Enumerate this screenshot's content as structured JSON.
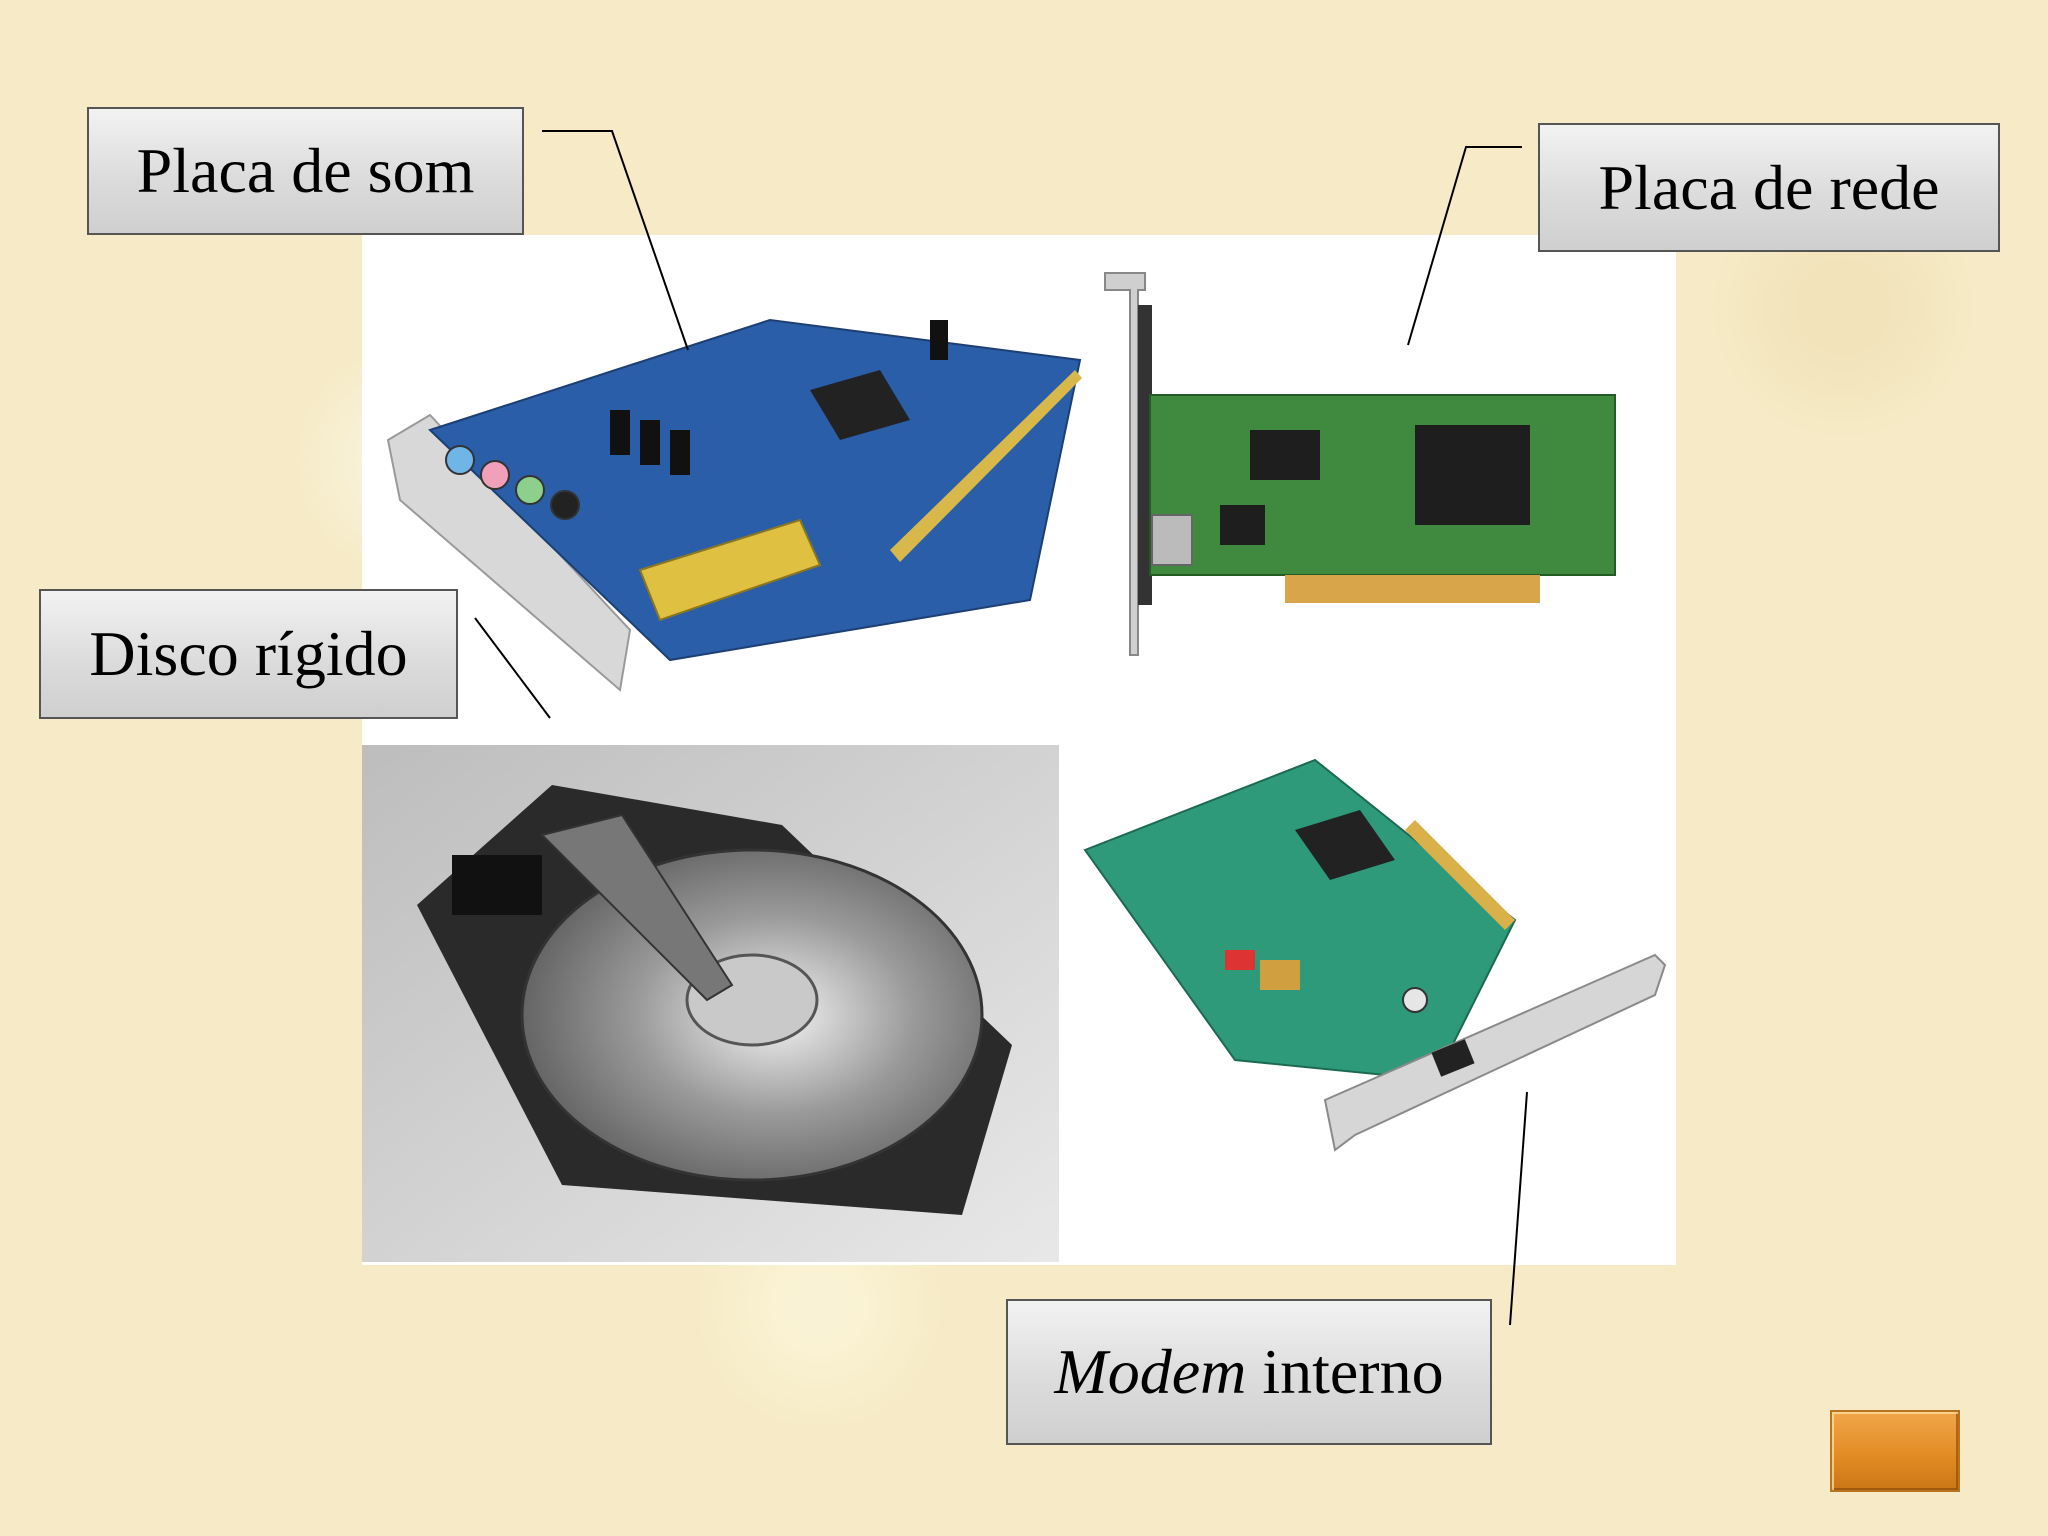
{
  "labels": {
    "sound_card": "Placa de som",
    "network_card": "Placa de rede",
    "hard_disk": "Disco rígido",
    "modem_emphasis": "Modem",
    "modem_rest": " interno"
  },
  "images": [
    {
      "name": "sound-card-photo",
      "depicts": "sound card"
    },
    {
      "name": "network-card-photo",
      "depicts": "network card"
    },
    {
      "name": "hard-disk-photo",
      "depicts": "hard disk"
    },
    {
      "name": "modem-card-photo",
      "depicts": "internal modem"
    }
  ],
  "nav_button": {
    "icon": "next-slide-icon",
    "color": "#e08a22"
  },
  "colors": {
    "background": "#f6ebc6",
    "label_border": "#555555",
    "sound_card_pcb": "#2a5ea8",
    "network_card_pcb": "#3f8a3f",
    "modem_card_pcb": "#2e9a7a"
  }
}
